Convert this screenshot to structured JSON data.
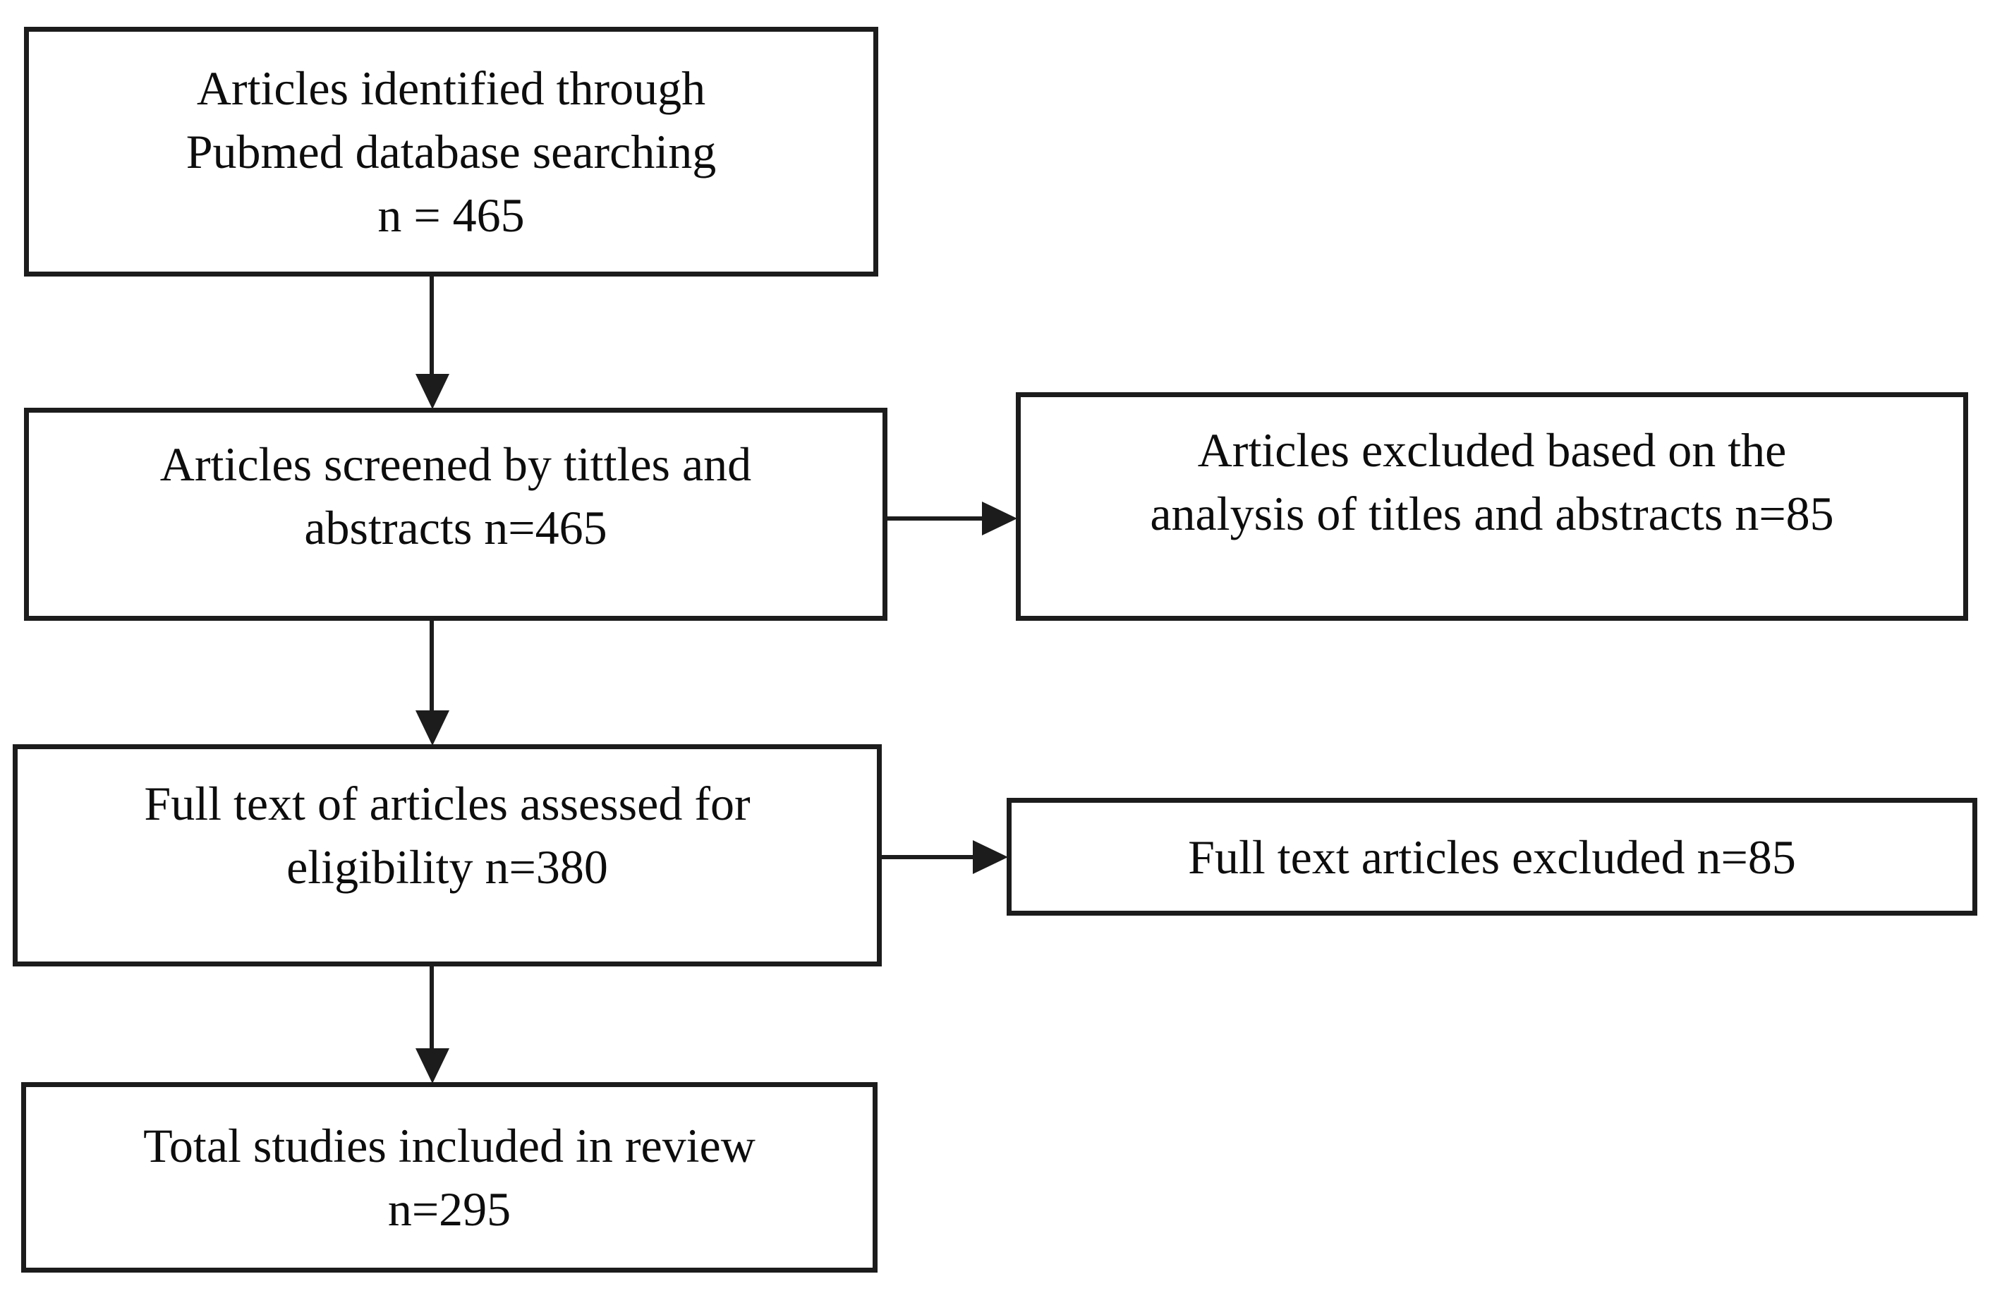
{
  "page": {
    "background_color": "#ffffff",
    "border_color": "#1c1c1c",
    "text_color": "#0d0d0d"
  },
  "diagram": {
    "type": "flowchart",
    "boxes": {
      "identified": {
        "lines": [
          "Articles identified through",
          "Pubmed database searching",
          "n = 465"
        ]
      },
      "screened": {
        "lines": [
          "Articles screened by tittles and",
          "abstracts n=465"
        ]
      },
      "excluded_abstracts": {
        "lines": [
          "Articles excluded based on the",
          "analysis of titles and abstracts n=85"
        ]
      },
      "fulltext_assessed": {
        "lines": [
          "Full text of articles assessed for",
          "eligibility n=380"
        ]
      },
      "fulltext_excluded": {
        "lines": [
          "Full text articles excluded n=85"
        ]
      },
      "included": {
        "lines": [
          "Total studies included in review",
          "n=295"
        ]
      }
    },
    "counts": {
      "identified": 465,
      "screened": 465,
      "excluded_titles_abstracts": 85,
      "fulltext_assessed": 380,
      "fulltext_excluded": 85,
      "included_in_review": 295
    }
  }
}
